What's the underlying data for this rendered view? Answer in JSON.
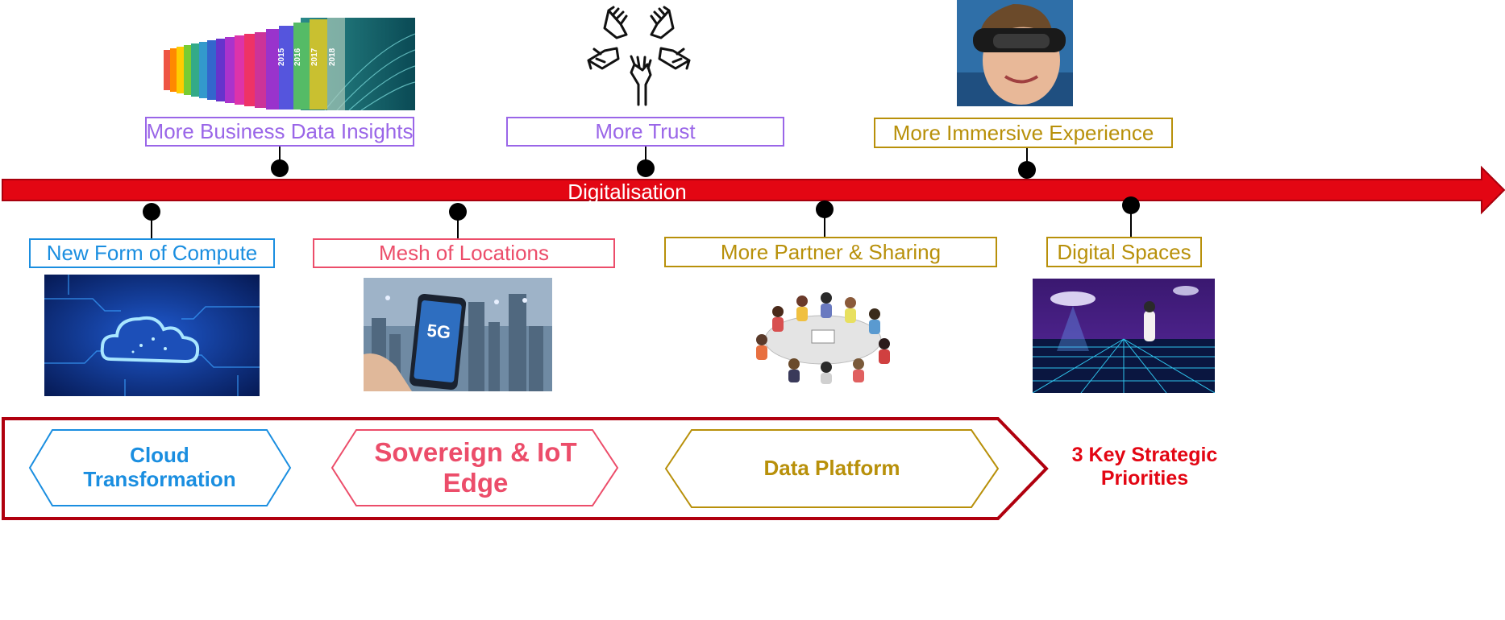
{
  "timeline": {
    "arrow_label": "Digitalisation",
    "arrow_color": "#e30613"
  },
  "top_items": [
    {
      "label": "More Business Data Insights",
      "color": "#9a66e8"
    },
    {
      "label": "More Trust",
      "color": "#9a66e8"
    },
    {
      "label": "More Immersive Experience",
      "color": "#b8900a"
    }
  ],
  "bottom_items": [
    {
      "label": "New Form of Compute",
      "color": "#1a8ee0"
    },
    {
      "label": "Mesh of Locations",
      "color": "#ec4d6a"
    },
    {
      "label": "More Partner & Sharing",
      "color": "#b8900a"
    },
    {
      "label": "Digital Spaces",
      "color": "#b8900a"
    }
  ],
  "priorities": {
    "frame_color": "#b0000e",
    "items": [
      {
        "line1": "Cloud",
        "line2": "Transformation",
        "color": "#1a8ee0"
      },
      {
        "line1": "Sovereign & IoT",
        "line2": "Edge",
        "color": "#ec4d6a"
      },
      {
        "line1": "Data Platform",
        "line2": "",
        "color": "#b8900a"
      }
    ],
    "summary_line1": "3 Key Strategic",
    "summary_line2": "Priorities",
    "summary_color": "#e30613"
  },
  "images": {
    "binders": "binders-image",
    "hands": "hands-icon",
    "vr_person": "vr-headset-image",
    "cloud": "cloud-circuit-image",
    "city_5g": "5g-phone-city-image",
    "phone_text": "5G",
    "meeting": "meeting-table-image",
    "metaverse": "metaverse-grid-image"
  }
}
